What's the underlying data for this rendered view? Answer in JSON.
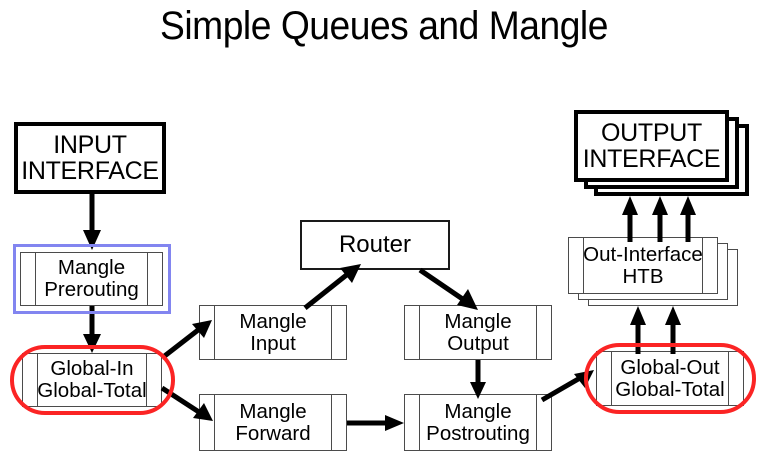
{
  "title": "Simple Queues and Mangle",
  "colors": {
    "highlight_blue": "#8285f0",
    "highlight_red": "#fb2424",
    "node_border": "#4b4b4b",
    "heavy_border": "#000000",
    "background": "#ffffff"
  },
  "nodes": {
    "input_interface": {
      "line1": "INPUT",
      "line2": "INTERFACE"
    },
    "mangle_prerouting": {
      "line1": "Mangle",
      "line2": "Prerouting"
    },
    "global_in": {
      "line1": "Global-In",
      "line2": "Global-Total"
    },
    "mangle_input": {
      "line1": "Mangle",
      "line2": "Input"
    },
    "mangle_forward": {
      "line1": "Mangle",
      "line2": "Forward"
    },
    "router": {
      "line1": "Router",
      "line2": ""
    },
    "mangle_output": {
      "line1": "Mangle",
      "line2": "Output"
    },
    "mangle_postrouting": {
      "line1": "Mangle",
      "line2": "Postrouting"
    },
    "out_interface_htb": {
      "line1": "Out-Interface",
      "line2": "HTB"
    },
    "global_out": {
      "line1": "Global-Out",
      "line2": "Global-Total"
    },
    "output_interface": {
      "line1": "OUTPUT",
      "line2": "INTERFACE"
    }
  },
  "highlights": [
    {
      "name": "mangle-prerouting-highlight",
      "target": "mangle_prerouting",
      "color": "#8285f0",
      "shape": "rectangle"
    },
    {
      "name": "global-in-highlight",
      "target": "global_in",
      "color": "#fb2424",
      "shape": "rounded"
    },
    {
      "name": "global-out-highlight",
      "target": "global_out",
      "color": "#fb2424",
      "shape": "rounded"
    }
  ],
  "edges": [
    {
      "from": "input_interface",
      "to": "mangle_prerouting",
      "direction": "down"
    },
    {
      "from": "mangle_prerouting",
      "to": "global_in",
      "direction": "down"
    },
    {
      "from": "global_in",
      "to": "mangle_input",
      "direction": "up-right"
    },
    {
      "from": "global_in",
      "to": "mangle_forward",
      "direction": "down-right"
    },
    {
      "from": "mangle_input",
      "to": "router",
      "direction": "up-right"
    },
    {
      "from": "router",
      "to": "mangle_output",
      "direction": "down-right"
    },
    {
      "from": "mangle_output",
      "to": "mangle_postrouting",
      "direction": "down"
    },
    {
      "from": "mangle_forward",
      "to": "mangle_postrouting",
      "direction": "right"
    },
    {
      "from": "mangle_postrouting",
      "to": "global_out",
      "direction": "up-right"
    },
    {
      "from": "global_out",
      "to": "out_interface_htb",
      "direction": "up"
    },
    {
      "from": "global_out",
      "to": "out_interface_htb",
      "direction": "up"
    },
    {
      "from": "out_interface_htb",
      "to": "output_interface",
      "direction": "up"
    },
    {
      "from": "out_interface_htb",
      "to": "output_interface",
      "direction": "up"
    },
    {
      "from": "out_interface_htb",
      "to": "output_interface",
      "direction": "up"
    }
  ]
}
